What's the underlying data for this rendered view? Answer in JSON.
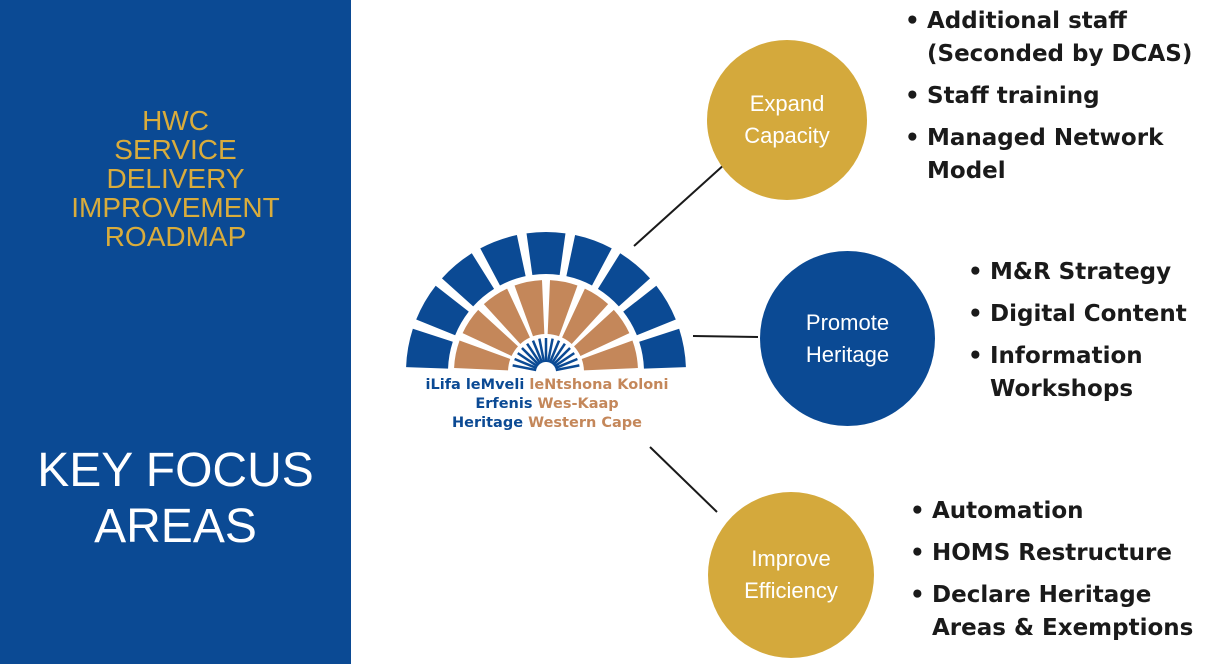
{
  "sidebar": {
    "title_lines": [
      "HWC",
      "SERVICE",
      "DELIVERY",
      "IMPROVEMENT",
      "ROADMAP"
    ],
    "focus_lines": [
      "KEY FOCUS",
      "AREAS"
    ]
  },
  "logo": {
    "line1": {
      "blue": "iLifa leMveli",
      "tan": "leNtshona Koloni"
    },
    "line2": {
      "blue": "Erfenis",
      "tan": "Wes-Kaap"
    },
    "line3": {
      "blue": "Heritage",
      "tan": "Western Cape"
    }
  },
  "areas": [
    {
      "lines": [
        "Expand",
        "Capacity"
      ],
      "color": "#d4a93c",
      "bullets": [
        [
          "Additional staff",
          "(Seconded by DCAS)"
        ],
        [
          "Staff training"
        ],
        [
          "Managed Network",
          "Model"
        ]
      ]
    },
    {
      "lines": [
        "Promote",
        "Heritage"
      ],
      "color": "#0b4a94",
      "bullets": [
        [
          "M&R Strategy"
        ],
        [
          "Digital Content"
        ],
        [
          "Information",
          "Workshops"
        ]
      ]
    },
    {
      "lines": [
        "Improve",
        "Efficiency"
      ],
      "color": "#d4a93c",
      "bullets": [
        [
          "Automation"
        ],
        [
          "HOMS Restructure"
        ],
        [
          "Declare Heritage",
          "Areas & Exemptions"
        ]
      ]
    }
  ],
  "colors": {
    "blue": "#0b4a94",
    "gold": "#d4a93c",
    "tan": "#c4875a"
  }
}
